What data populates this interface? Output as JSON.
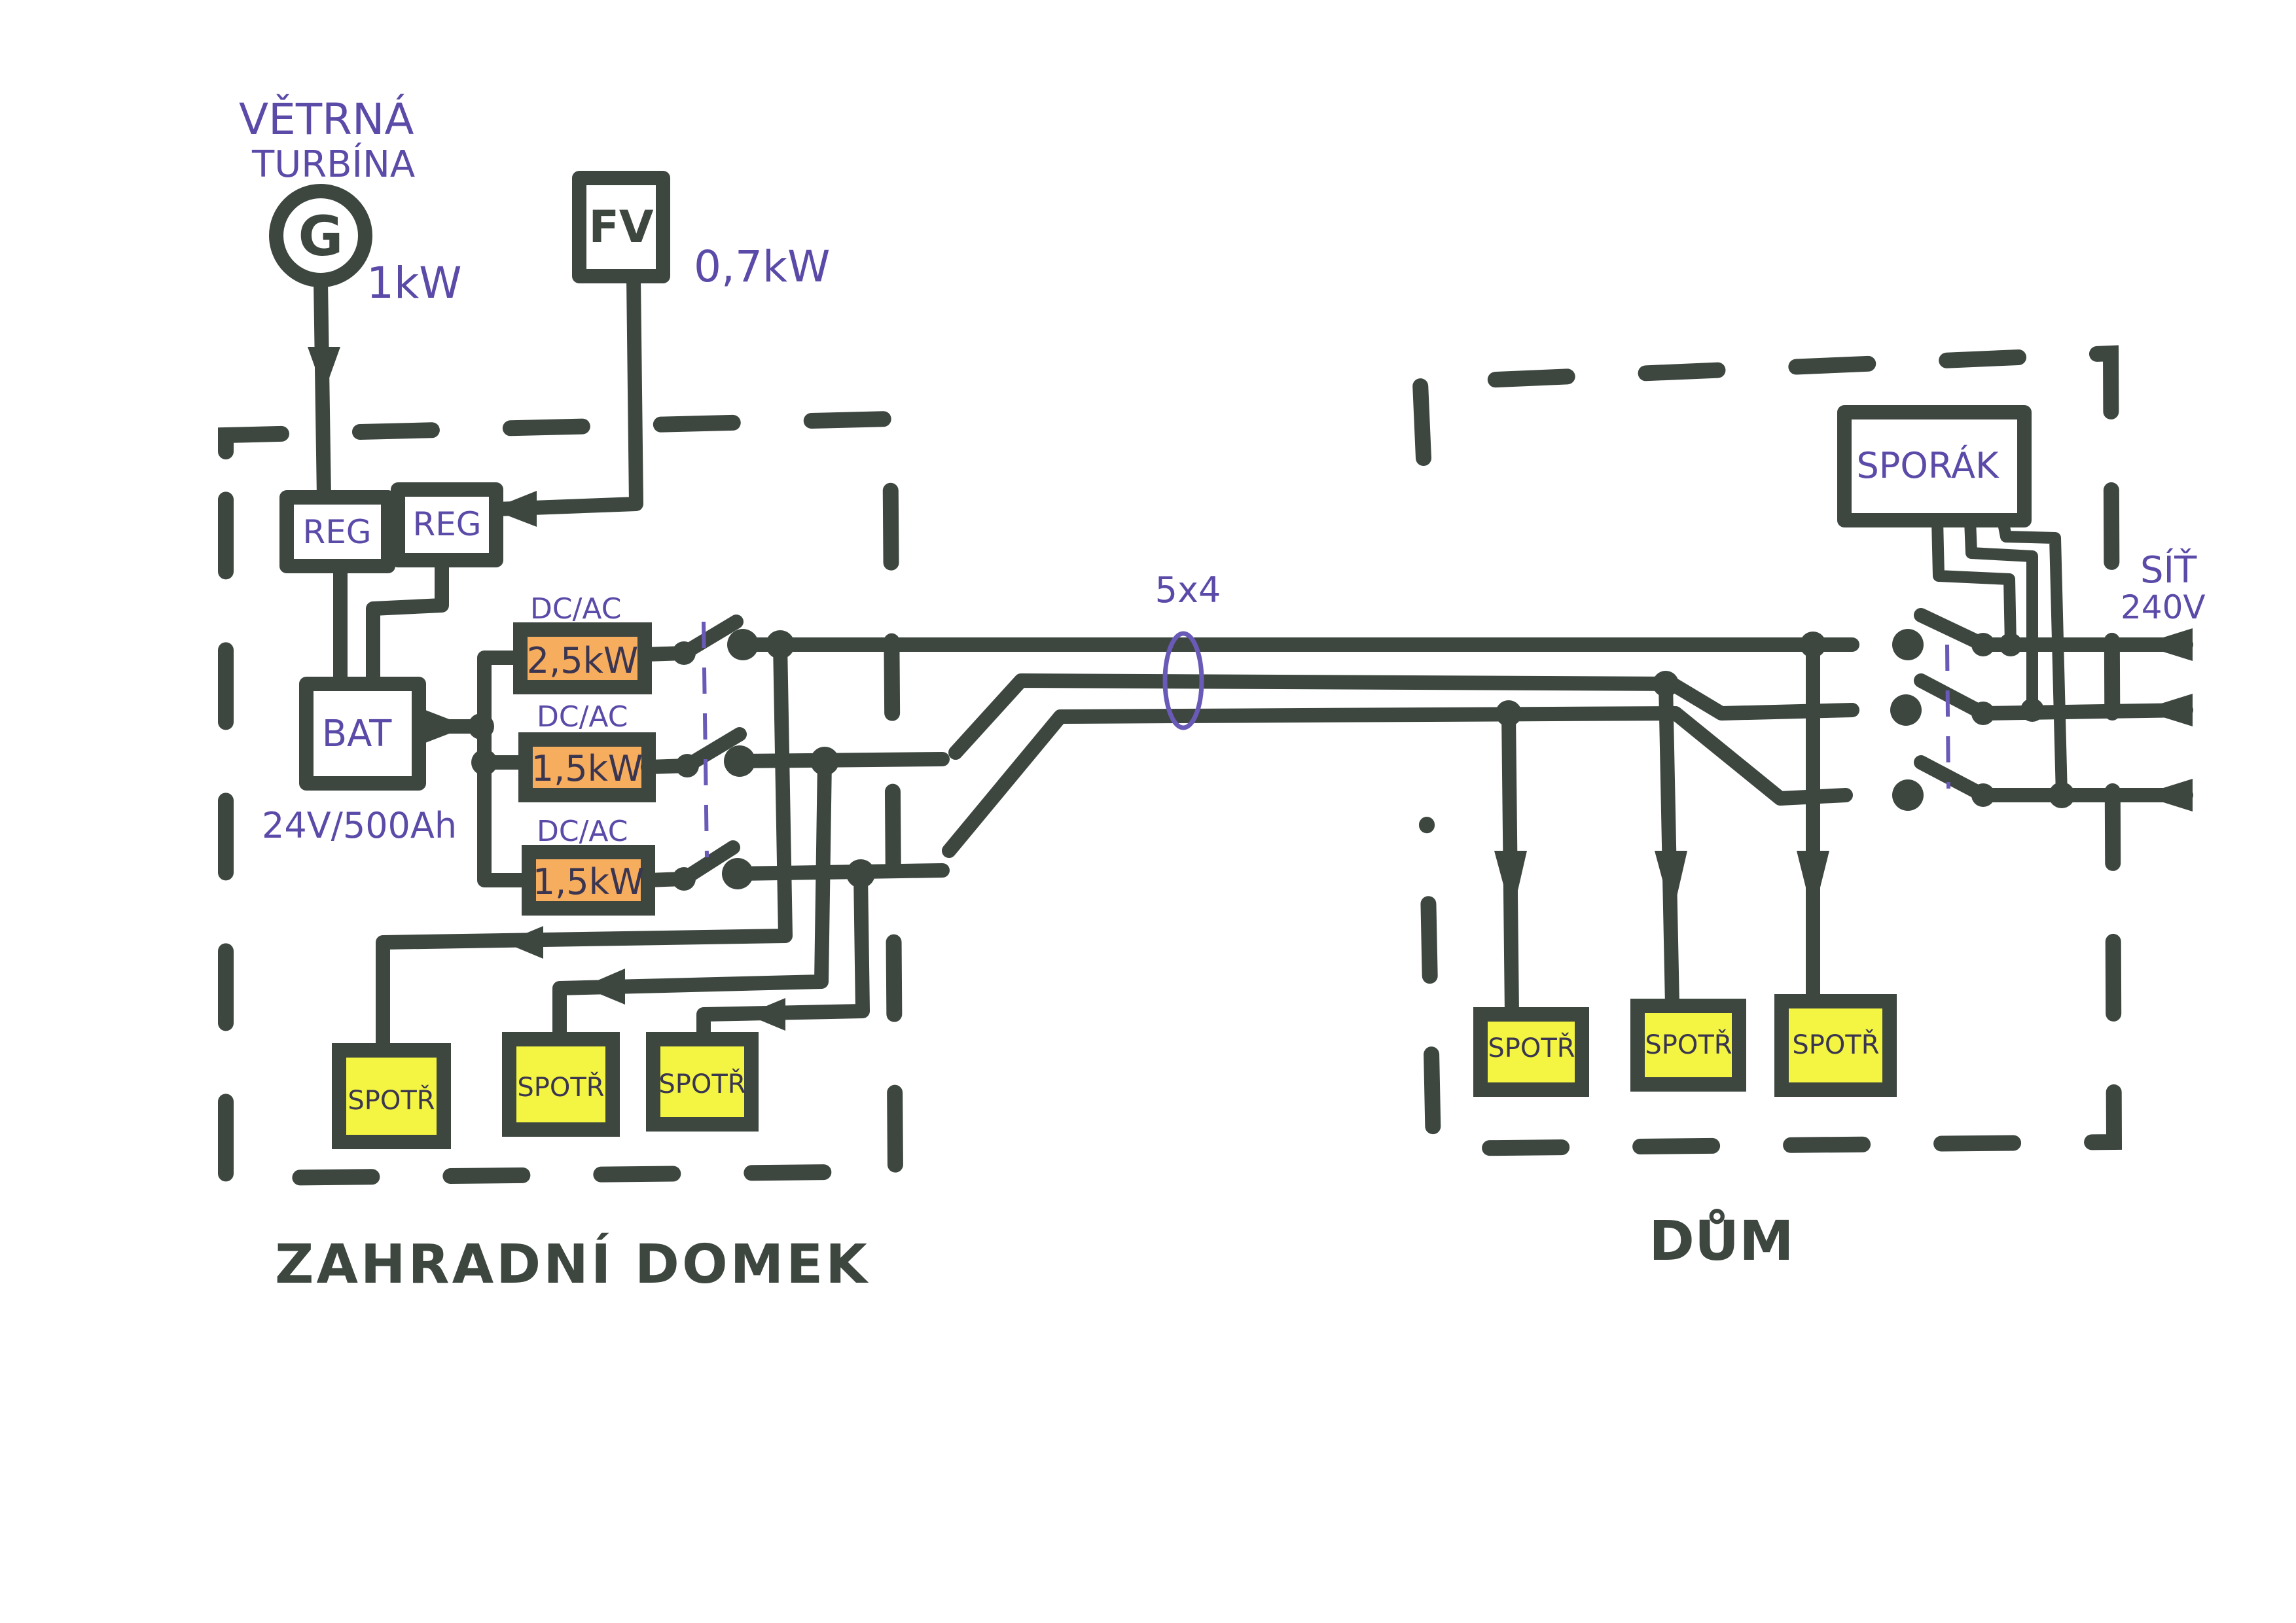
{
  "colors": {
    "ink": "#3d4740",
    "pen": "#5b4aa8",
    "inverter_fill": "#f6ad5e",
    "load_fill": "#f3f542"
  },
  "sources": {
    "wind": {
      "caption_line1": "VĚTRNÁ",
      "caption_line2": "TURBÍNA",
      "symbol": "G",
      "power": "1kW"
    },
    "pv": {
      "symbol": "FV",
      "power": "0,7kW"
    }
  },
  "garden_house": {
    "label": "ZAHRADNÍ DOMEK",
    "regulators": [
      {
        "label": "REG"
      },
      {
        "label": "REG"
      }
    ],
    "battery": {
      "label": "BAT",
      "spec": "24V/500Ah"
    },
    "inverters": [
      {
        "type": "DC/AC",
        "power": "2,5kW"
      },
      {
        "type": "DC/AC",
        "power": "1,5kW"
      },
      {
        "type": "DC/AC",
        "power": "1,5kW"
      }
    ],
    "loads": [
      {
        "label": "SPOTŘ"
      },
      {
        "label": "SPOTŘ"
      },
      {
        "label": "SPOTŘ"
      }
    ]
  },
  "cable": {
    "label": "5x4"
  },
  "house": {
    "label": "DŮM",
    "stove": {
      "label": "SPORÁK"
    },
    "grid": {
      "label": "SÍŤ",
      "voltage": "240V"
    },
    "loads": [
      {
        "label": "SPOTŘ"
      },
      {
        "label": "SPOTŘ"
      },
      {
        "label": "SPOTŘ"
      }
    ]
  }
}
